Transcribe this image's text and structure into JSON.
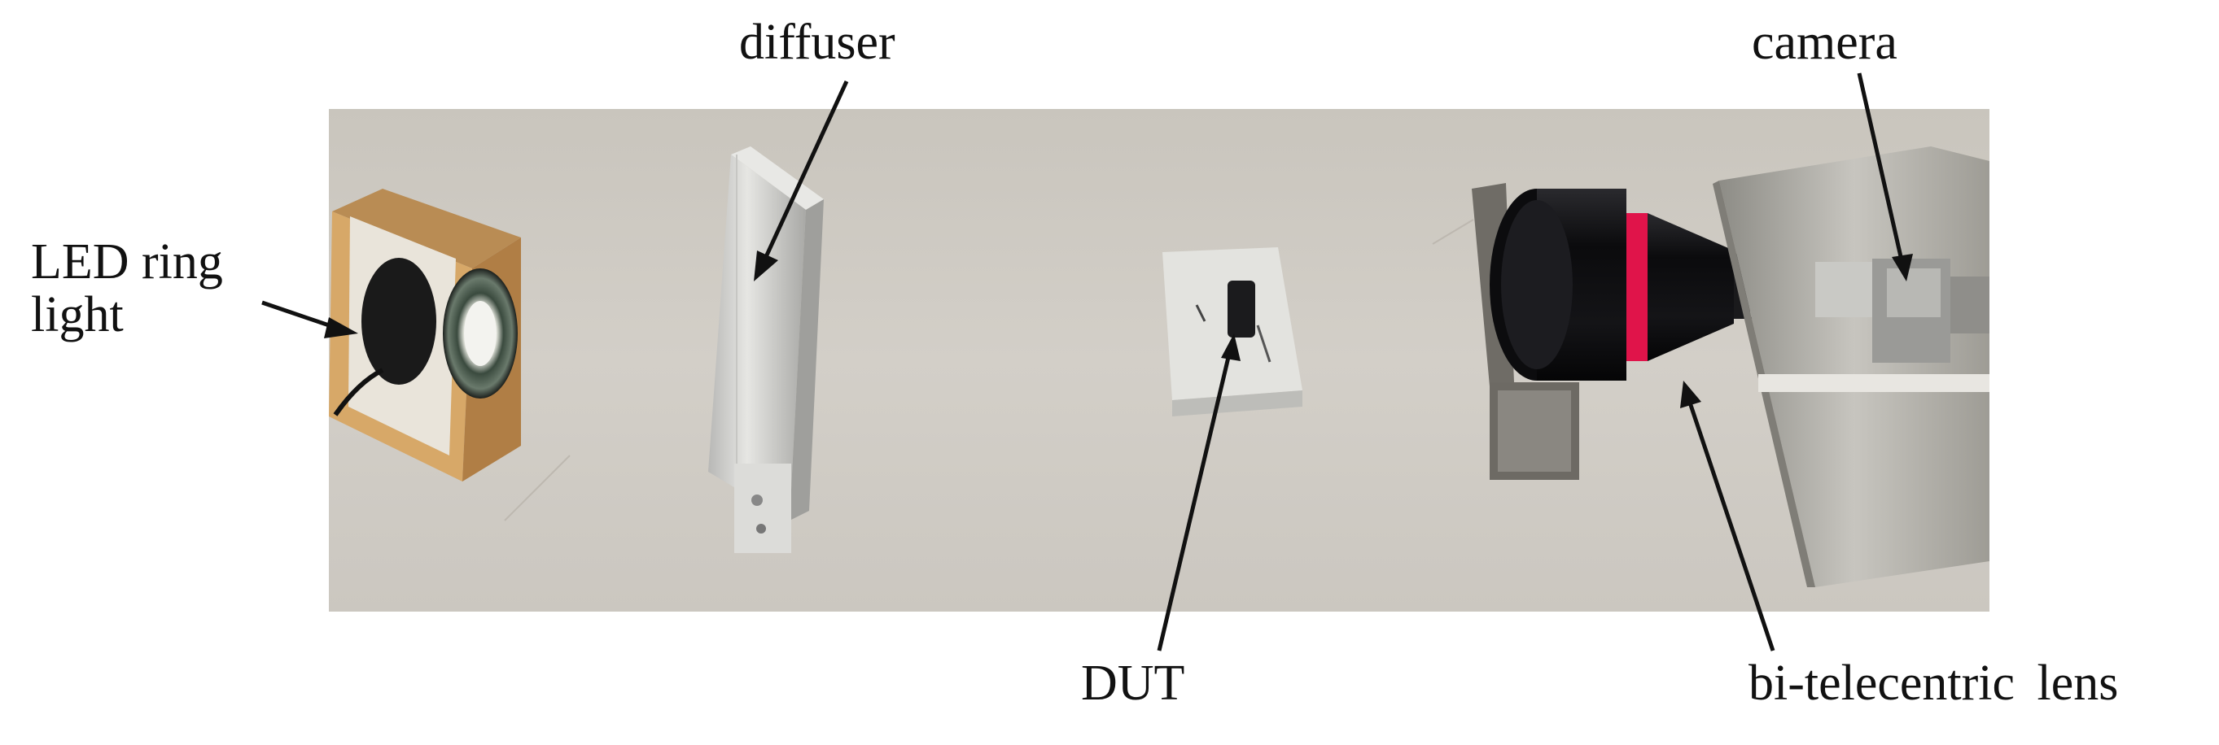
{
  "figure": {
    "labels": {
      "led_line1": "LED ring",
      "led_line2": "light",
      "diffuser": "diffuser",
      "camera": "camera",
      "dut": "DUT",
      "lens": "bi-telecentric lens"
    },
    "colors": {
      "background": "#ffffff",
      "table_surface": "#cfcbc4",
      "cardboard_box": "#c8975a",
      "lens_body": "#0d0d0f",
      "lens_ring": "#e0144a",
      "aluminum": "#d9d9d6",
      "arrow": "#111111"
    },
    "objects": [
      "led-ring-light",
      "diffuser",
      "dut",
      "bi-telecentric-lens",
      "camera"
    ]
  }
}
